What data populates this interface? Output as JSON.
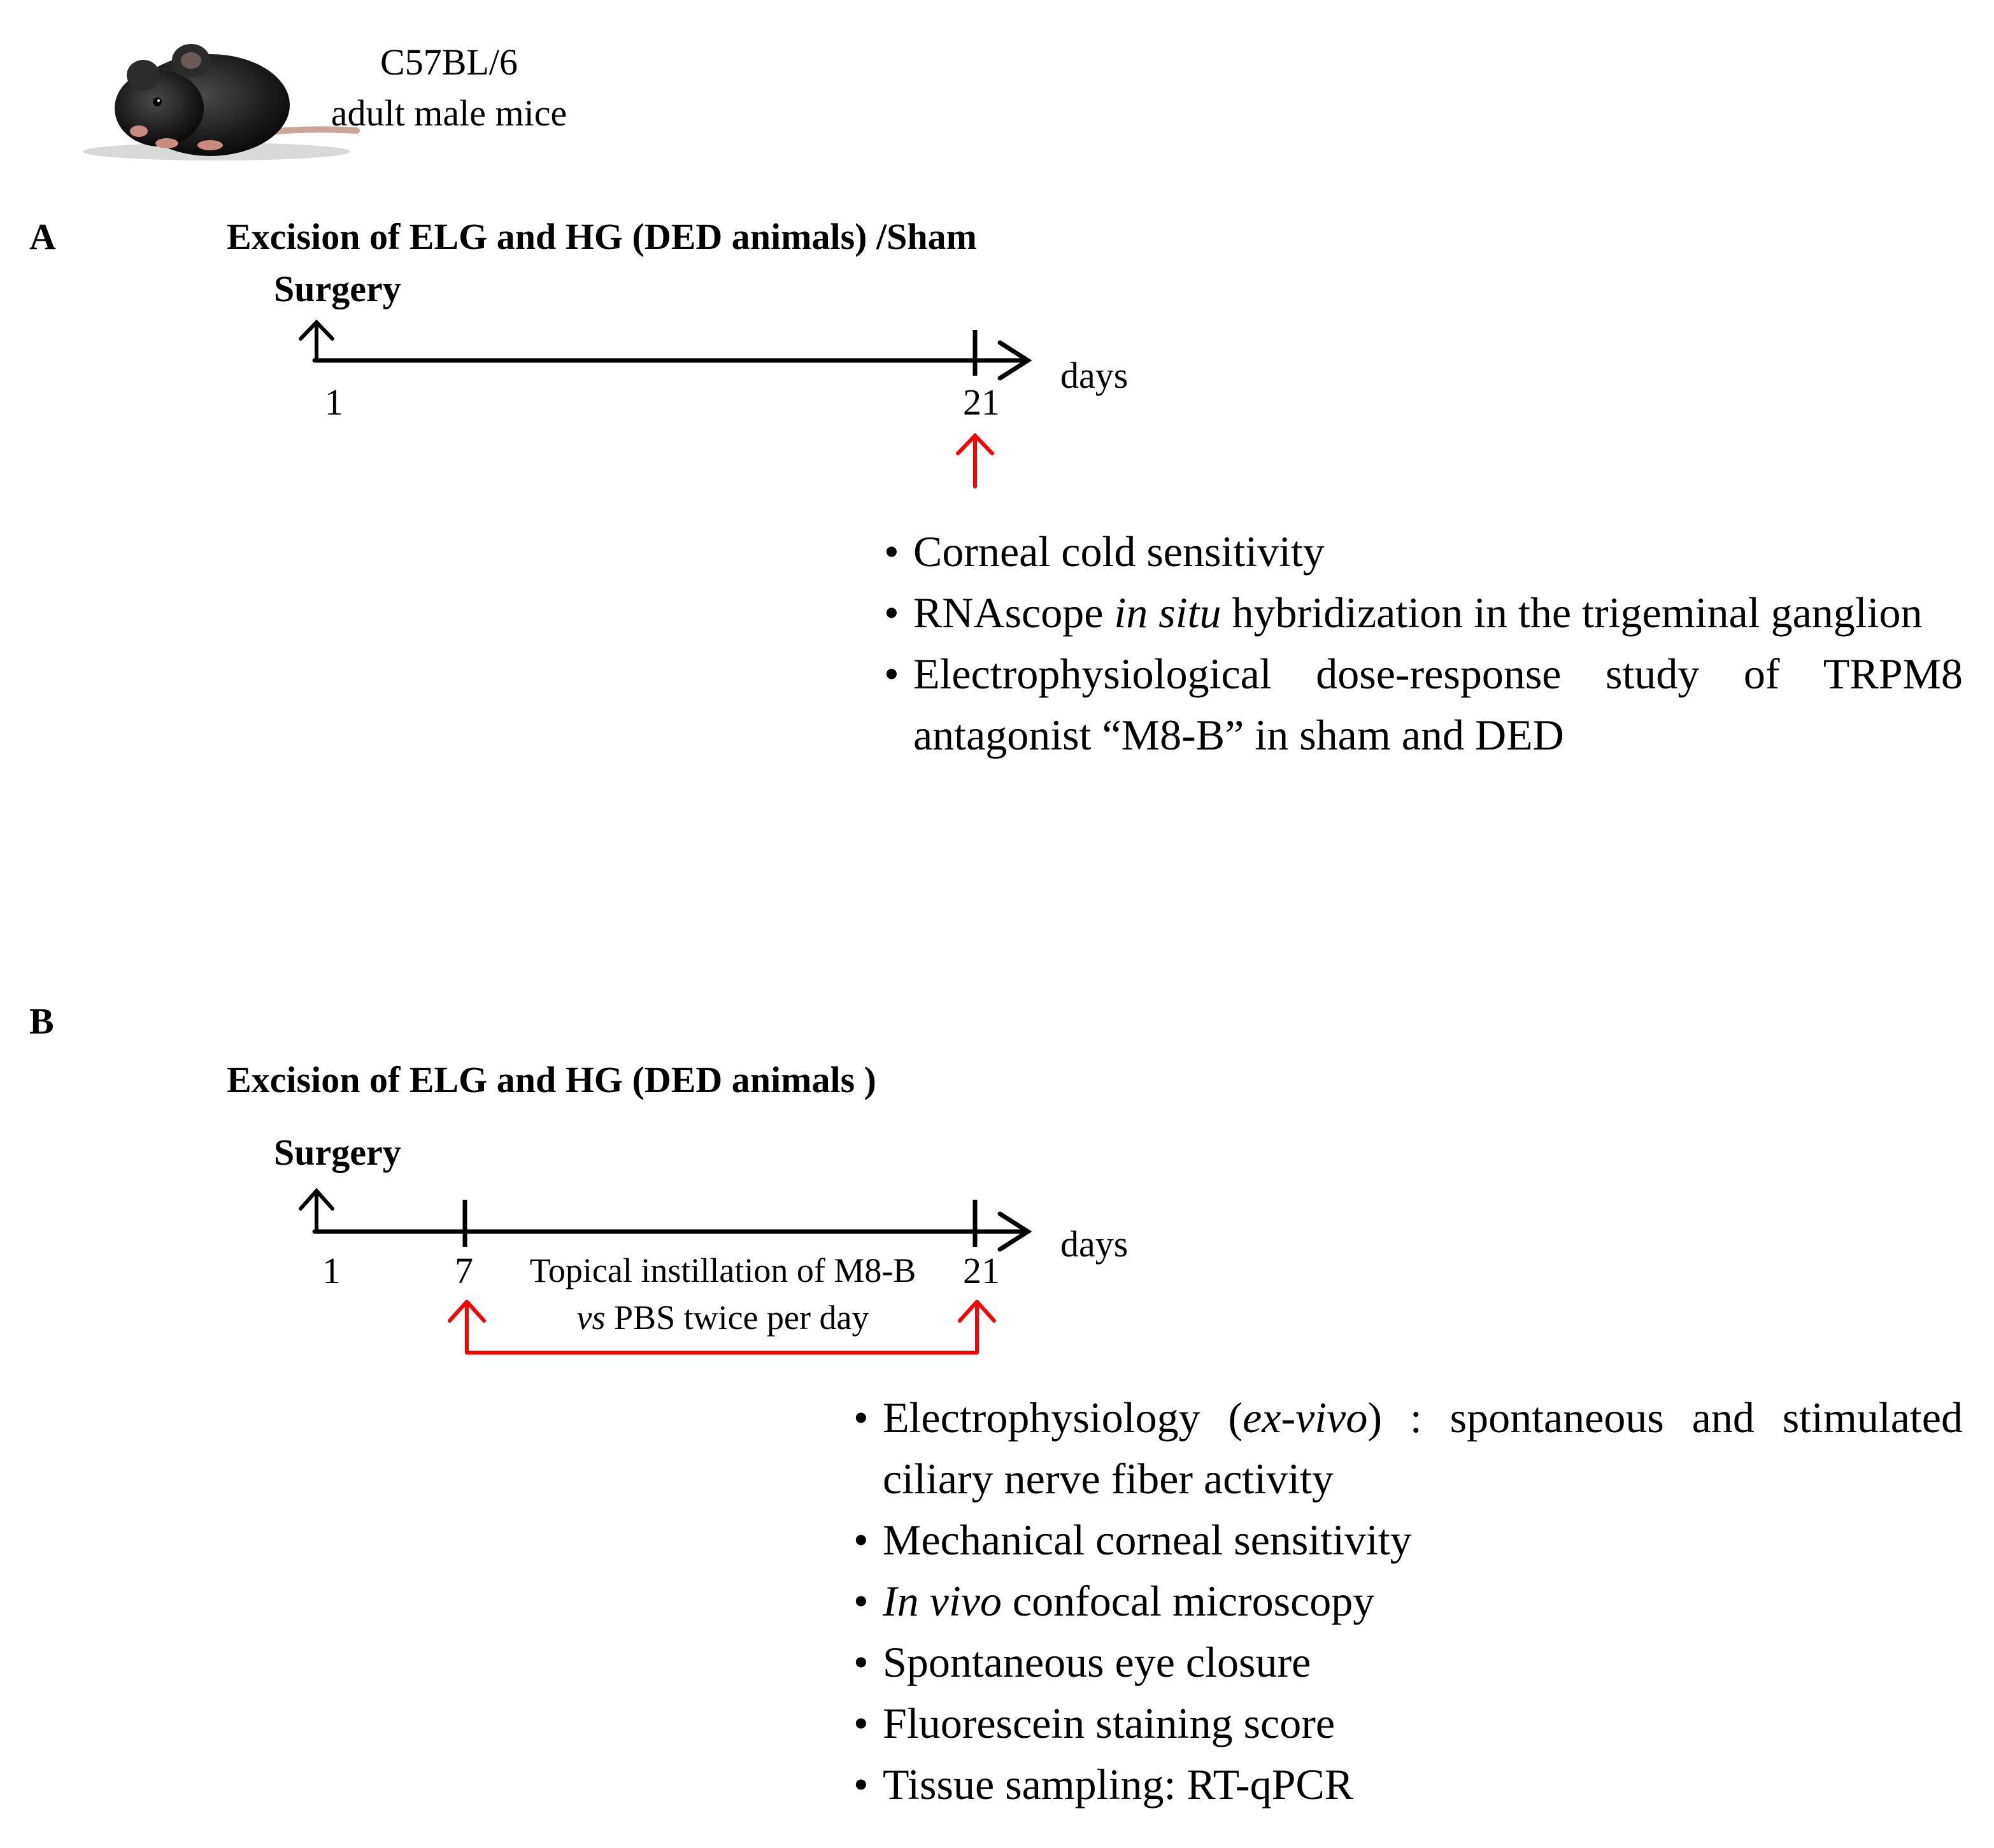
{
  "header": {
    "strain": "C57BL/6",
    "cohort": "adult male mice"
  },
  "panel_a": {
    "letter": "A",
    "procedure": "Excision of ELG and HG (DED animals) /Sham",
    "surgery_label": "Surgery",
    "axis_unit": "days",
    "tick_start": "1",
    "tick_end": "21",
    "outcomes": [
      {
        "pre": "Corneal cold sensitivity",
        "em": "",
        "post": ""
      },
      {
        "pre": "RNAscope ",
        "em": "in situ",
        "post": " hybridization in the trigeminal ganglion"
      },
      {
        "pre": "Electrophysiological dose-response study of TRPM8 antagonist “M8-B” in sham and DED",
        "em": "",
        "post": ""
      }
    ]
  },
  "panel_b": {
    "letter": "B",
    "procedure": "Excision of ELG and HG (DED animals )",
    "surgery_label": "Surgery",
    "axis_unit": "days",
    "tick_start": "1",
    "tick_mid": "7",
    "tick_end": "21",
    "treatment_line1": "Topical instillation of M8-B",
    "treatment_vs": "vs",
    "treatment_line2": " PBS twice per day",
    "outcomes": [
      {
        "pre": "Electrophysiology (",
        "em": "ex-vivo",
        "post": ") : spontaneous and stimulated ciliary nerve fiber activity"
      },
      {
        "pre": "Mechanical corneal sensitivity",
        "em": "",
        "post": ""
      },
      {
        "pre": "",
        "em": "In vivo",
        "post": " confocal microscopy"
      },
      {
        "pre": "Spontaneous eye closure",
        "em": "",
        "post": ""
      },
      {
        "pre": "Fluorescein staining score",
        "em": "",
        "post": ""
      },
      {
        "pre": "Tissue sampling: RT-qPCR",
        "em": "",
        "post": ""
      }
    ]
  },
  "colors": {
    "axis": "#000000",
    "highlight_arrow": "#ff0000"
  }
}
